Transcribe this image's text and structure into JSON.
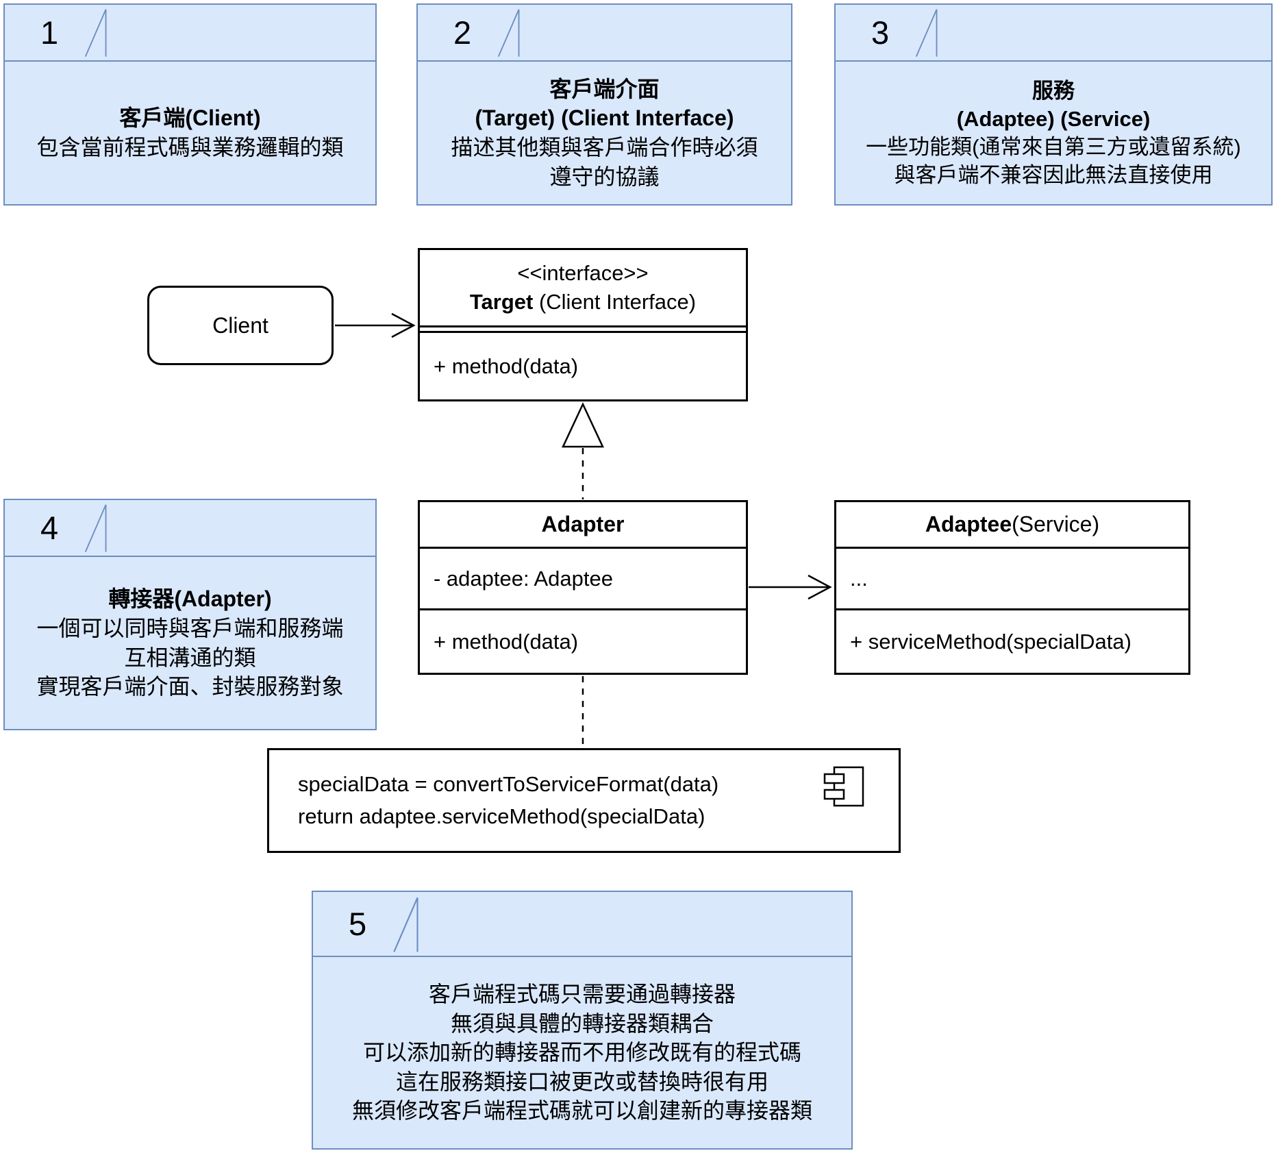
{
  "colors": {
    "note_fill": "#dae8fc",
    "note_border": "#6c8ebf",
    "uml_border": "#000000",
    "background": "#ffffff"
  },
  "notes": [
    {
      "number": "1",
      "title": "客戶端(Client)",
      "body": "包含當前程式碼與業務邏輯的類"
    },
    {
      "number": "2",
      "title": "客戶端介面\n(Target) (Client Interface)",
      "body": "描述其他類與客戶端合作時必須\n遵守的協議"
    },
    {
      "number": "3",
      "title": "服務\n(Adaptee) (Service)",
      "body": "一些功能類(通常來自第三方或遺留系統)\n與客戶端不兼容因此無法直接使用"
    },
    {
      "number": "4",
      "title": "轉接器(Adapter)",
      "body": "一個可以同時與客戶端和服務端\n互相溝通的類\n實現客戶端介面、封裝服務對象"
    },
    {
      "number": "5",
      "title": "",
      "body": "客戶端程式碼只需要通過轉接器\n無須與具體的轉接器類耦合\n可以添加新的轉接器而不用修改既有的程式碼\n這在服務類接口被更改或替換時很有用\n無須修改客戶端程式碼就可以創建新的專接器類"
    }
  ],
  "uml": {
    "client": {
      "label": "Client"
    },
    "target": {
      "stereotype": "<<interface>>",
      "name": "Target",
      "name_suffix": " (Client Interface)",
      "method": "+ method(data)"
    },
    "adapter": {
      "name": "Adapter",
      "field": "- adaptee: Adaptee",
      "method": "+ method(data)"
    },
    "adaptee": {
      "name": "Adaptee",
      "name_suffix": " (Service)",
      "field": "...",
      "method": "+ serviceMethod(specialData)"
    },
    "code_note": {
      "code": "specialData = convertToServiceFormat(data)\nreturn adaptee.serviceMethod(specialData)"
    }
  }
}
